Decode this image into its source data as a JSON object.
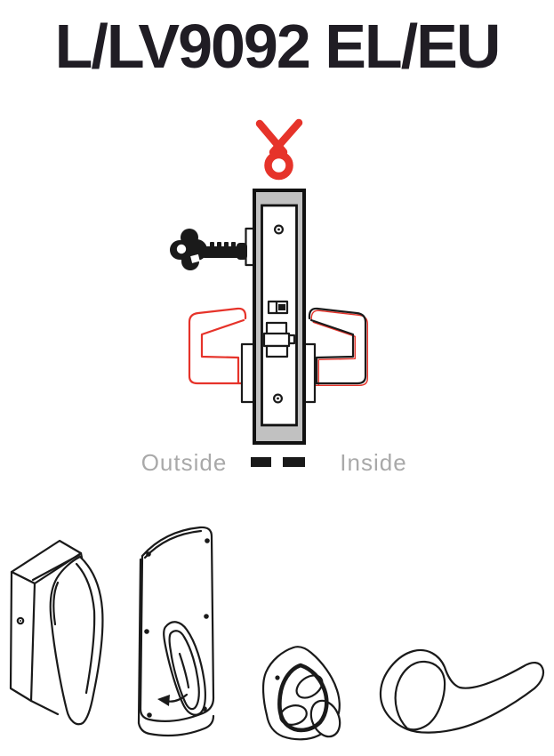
{
  "header": {
    "title": "L/LV9092 EL/EU"
  },
  "colors": {
    "title": "#201d24",
    "red": "#e6332a",
    "line": "#1a1a1a",
    "body_gray": "#c1c1c1",
    "label_gray": "#a9a9a9"
  },
  "diagram": {
    "outside_label": "Outside",
    "inside_label": "Inside",
    "icons": [
      "red-ribbon-icon",
      "key-icon",
      "outside-lever",
      "inside-lever",
      "mortise-lock-case",
      "latchbolt",
      "deadbolt",
      "divider-dashes"
    ]
  },
  "trim_drawings": [
    "outside-escutcheon-paddle-drawing",
    "inside-escutcheon-thumbturn-drawing",
    "rose-cylinder-trim-drawing",
    "lever-handle-drawing"
  ]
}
